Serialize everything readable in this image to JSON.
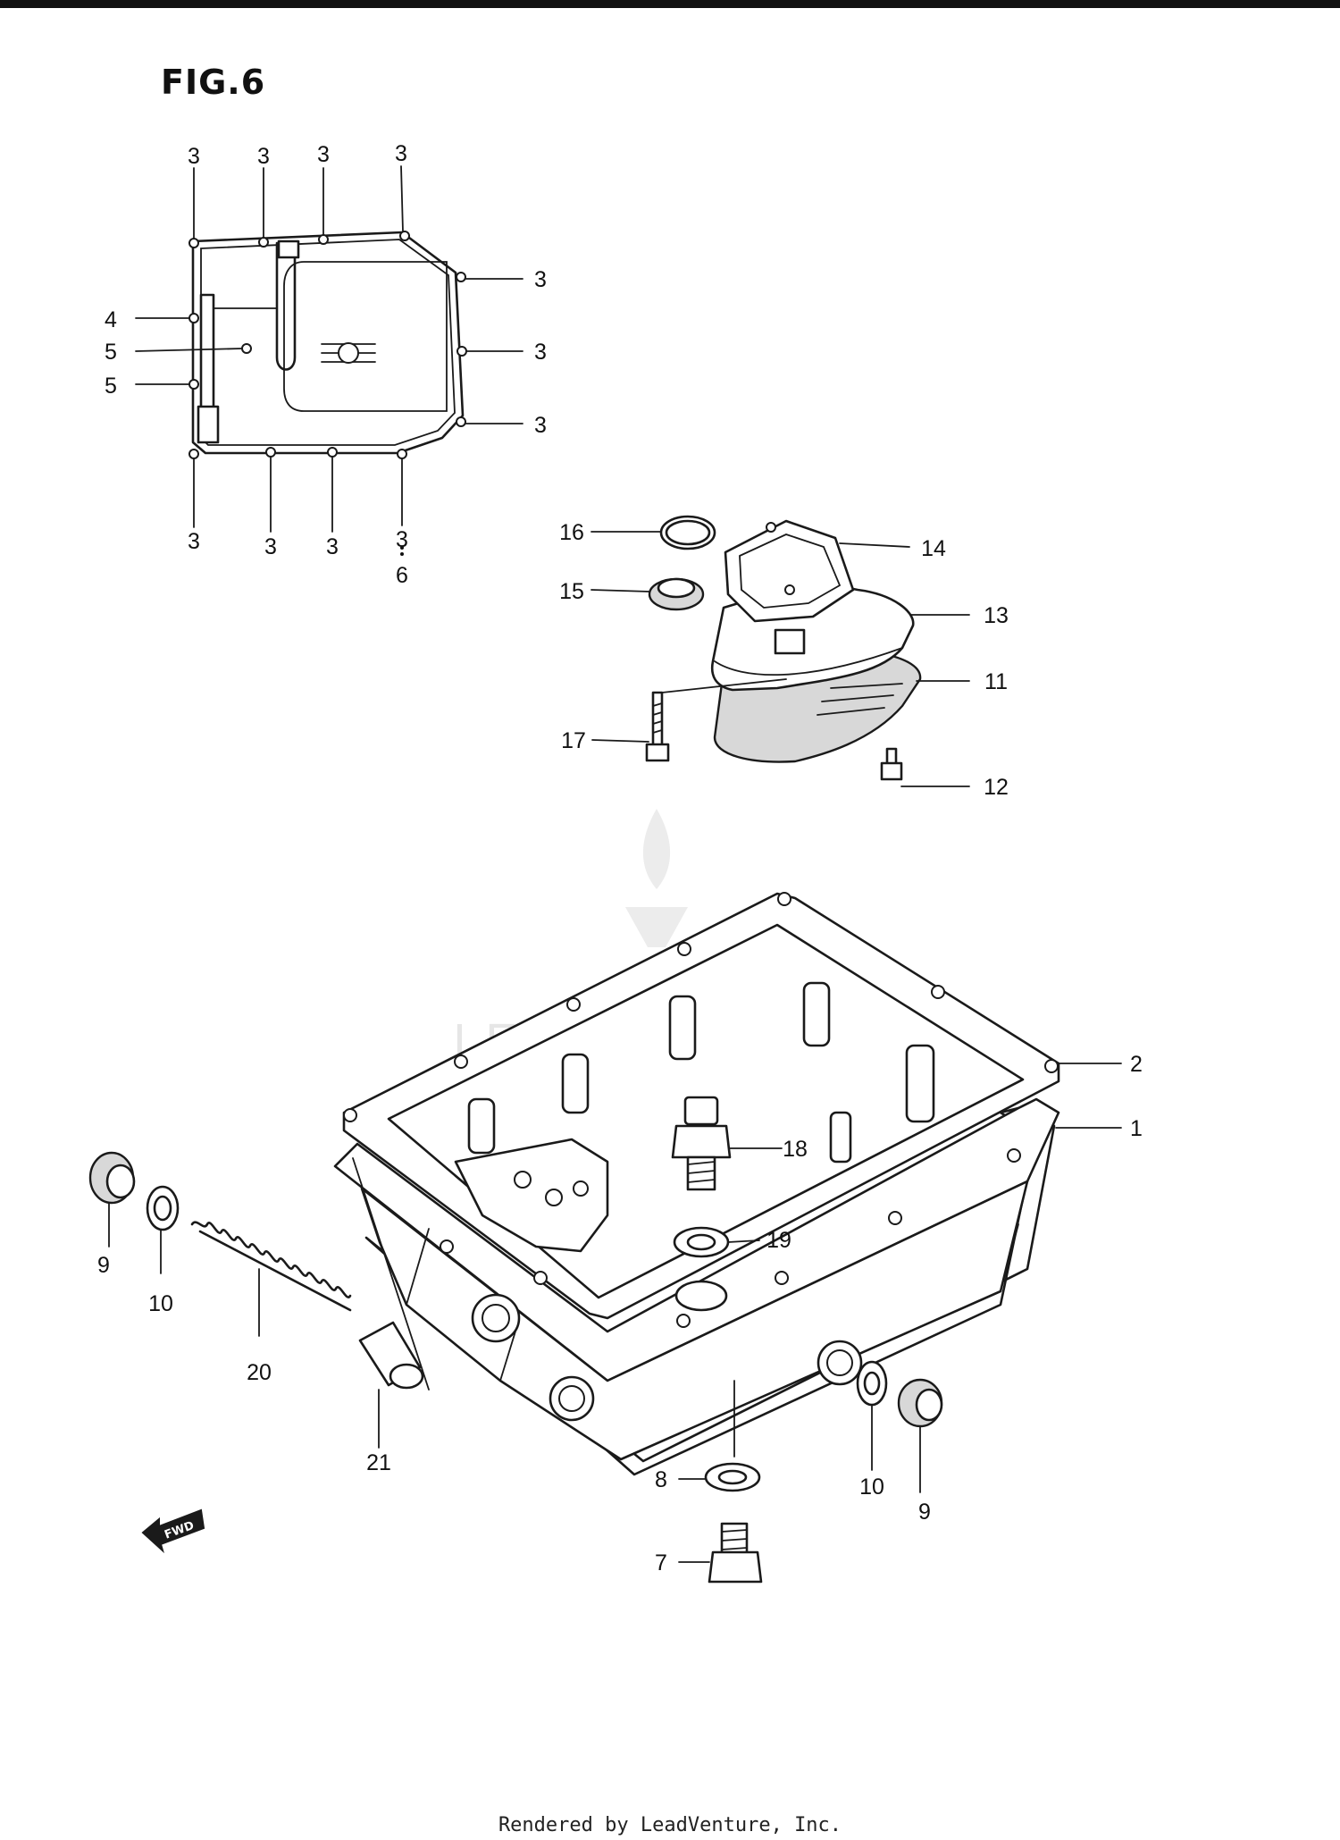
{
  "figure": {
    "title": "FIG.6"
  },
  "footer": {
    "text": "Rendered by LeadVenture, Inc."
  },
  "watermark": {
    "text": "LEADVENTURE"
  },
  "fwd_badge": {
    "text": "FWD"
  },
  "inset_callouts": [
    {
      "text": "3"
    },
    {
      "text": "3"
    },
    {
      "text": "3"
    },
    {
      "text": "3"
    },
    {
      "text": "3"
    },
    {
      "text": "3"
    },
    {
      "text": "3"
    },
    {
      "text": "3"
    },
    {
      "text": "3"
    },
    {
      "text": "3"
    },
    {
      "text": "3"
    },
    {
      "text": "6"
    },
    {
      "text": "4"
    },
    {
      "text": "5"
    },
    {
      "text": "5"
    }
  ],
  "part_callouts": [
    {
      "text": "16"
    },
    {
      "text": "14"
    },
    {
      "text": "15"
    },
    {
      "text": "13"
    },
    {
      "text": "11"
    },
    {
      "text": "17"
    },
    {
      "text": "12"
    },
    {
      "text": "2"
    },
    {
      "text": "1"
    },
    {
      "text": "18"
    },
    {
      "text": "19"
    },
    {
      "text": "9"
    },
    {
      "text": "10"
    },
    {
      "text": "20"
    },
    {
      "text": "21"
    },
    {
      "text": "8"
    },
    {
      "text": "10"
    },
    {
      "text": "9"
    },
    {
      "text": "7"
    }
  ]
}
